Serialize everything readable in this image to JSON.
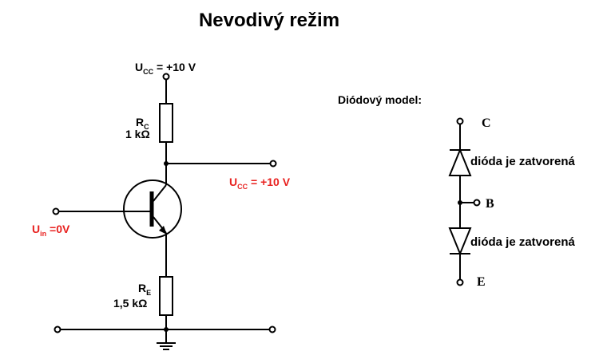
{
  "title": "Nevodivý režim",
  "circuit": {
    "supply": {
      "main": "U",
      "sub": "CC",
      "value": " = +10 V"
    },
    "rc": {
      "main": "R",
      "sub": "C",
      "value": "1 kΩ"
    },
    "re": {
      "main": "R",
      "sub": "E",
      "value": "1,5 kΩ"
    },
    "output": {
      "main": "U",
      "sub": "CC",
      "value": " = +10 V"
    },
    "input": {
      "main": "U",
      "sub": "in",
      "value": " =0V"
    }
  },
  "diode_model": {
    "heading": "Diódový model:",
    "collector": "C",
    "base": "B",
    "emitter": "E",
    "upper_state": "dióda je zatvorená",
    "lower_state": "dióda je zatvorená"
  },
  "colors": {
    "ink": "#000000",
    "highlight": "#e8211f"
  }
}
